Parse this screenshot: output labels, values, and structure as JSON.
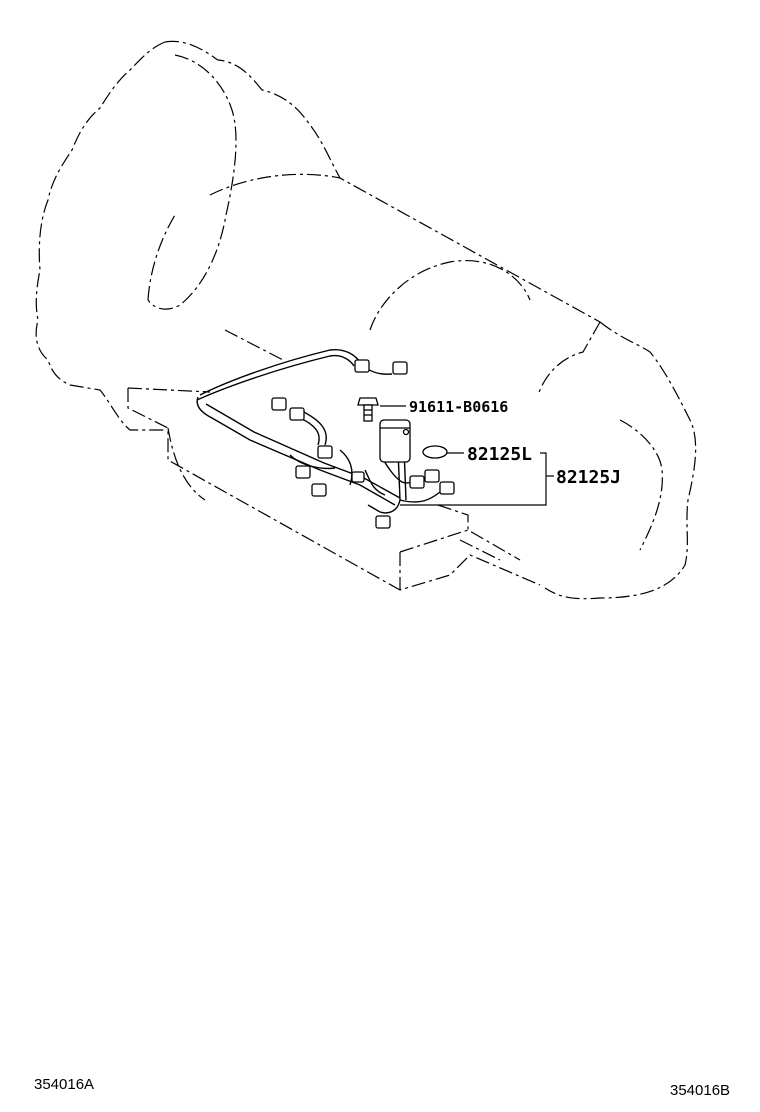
{
  "callouts": {
    "bolt": "91611-B0616",
    "gasket": "82125L",
    "harness": "82125J"
  },
  "figure_codes": {
    "left": "354016A",
    "right": "354016B"
  }
}
